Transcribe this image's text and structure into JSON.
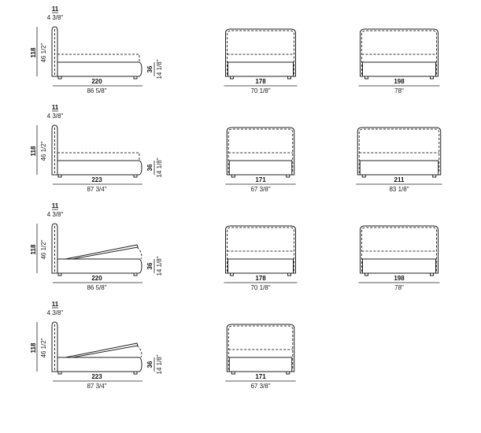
{
  "rows": [
    {
      "side": {
        "head_depth_cm": "11",
        "head_depth_in": "4 3/8\"",
        "height_cm": "118",
        "height_in": "46 1/2\"",
        "base_cm": "36",
        "base_in": "14 1/8\"",
        "length_cm": "220",
        "length_in": "86 5/8\"",
        "storage_open": false
      },
      "fronts": [
        {
          "width_cm": "178",
          "width_in": "70 1/8\""
        },
        {
          "width_cm": "198",
          "width_in": "78\""
        }
      ]
    },
    {
      "side": {
        "head_depth_cm": "11",
        "head_depth_in": "4 3/8\"",
        "height_cm": "118",
        "height_in": "46 1/2\"",
        "base_cm": "36",
        "base_in": "14 1/8\"",
        "length_cm": "223",
        "length_in": "87 3/4\"",
        "storage_open": false
      },
      "fronts": [
        {
          "width_cm": "171",
          "width_in": "67 3/8\""
        },
        {
          "width_cm": "211",
          "width_in": "83 1/8\""
        }
      ]
    },
    {
      "side": {
        "head_depth_cm": "11",
        "head_depth_in": "4 3/8\"",
        "height_cm": "118",
        "height_in": "46 1/2\"",
        "base_cm": "36",
        "base_in": "14 1/8\"",
        "length_cm": "220",
        "length_in": "86 5/8\"",
        "storage_open": true
      },
      "fronts": [
        {
          "width_cm": "178",
          "width_in": "70 1/8\""
        },
        {
          "width_cm": "198",
          "width_in": "78\""
        }
      ]
    },
    {
      "side": {
        "head_depth_cm": "11",
        "head_depth_in": "4 3/8\"",
        "height_cm": "118",
        "height_in": "46 1/2\"",
        "base_cm": "36",
        "base_in": "14 1/8\"",
        "length_cm": "223",
        "length_in": "87 3/4\"",
        "storage_open": true
      },
      "fronts": [
        {
          "width_cm": "171",
          "width_in": "67 3/8\""
        }
      ]
    }
  ]
}
